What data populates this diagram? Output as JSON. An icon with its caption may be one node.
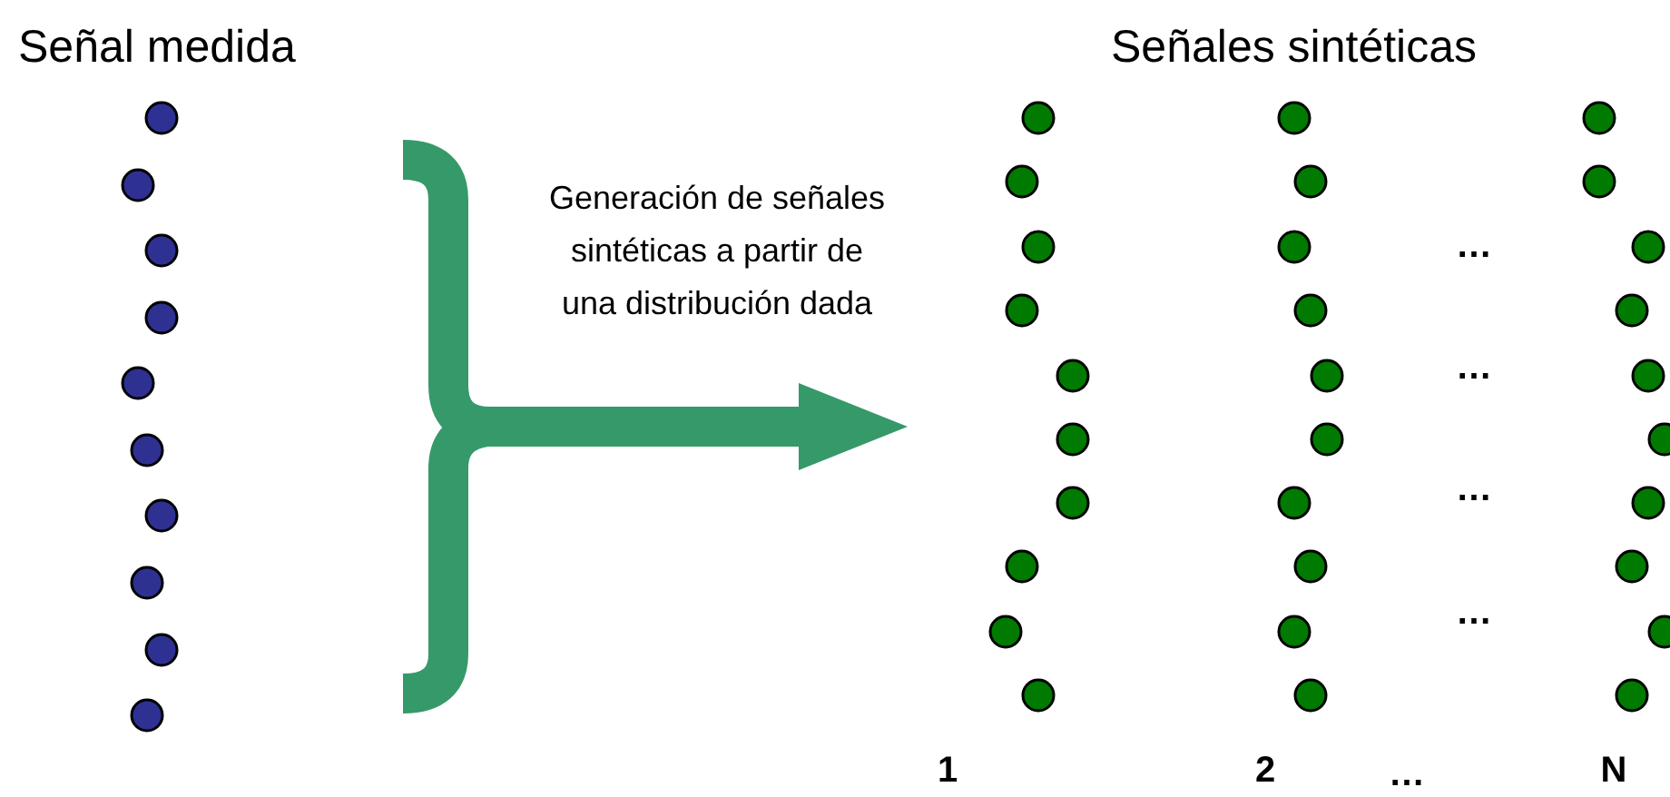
{
  "diagram": {
    "nodes": [
      {
        "text": [
          "Señal medida"
        ]
      },
      {
        "text": [
          "Señales sintéticas"
        ]
      }
    ],
    "edges": [
      {
        "from": 0,
        "to": 1,
        "arrow": "to",
        "label": "Generación de señales sintéticas a partir de una distribución dada"
      }
    ],
    "labels": [
      "…",
      "…",
      "…",
      "…",
      "1",
      "2",
      "…",
      "N"
    ]
  }
}
